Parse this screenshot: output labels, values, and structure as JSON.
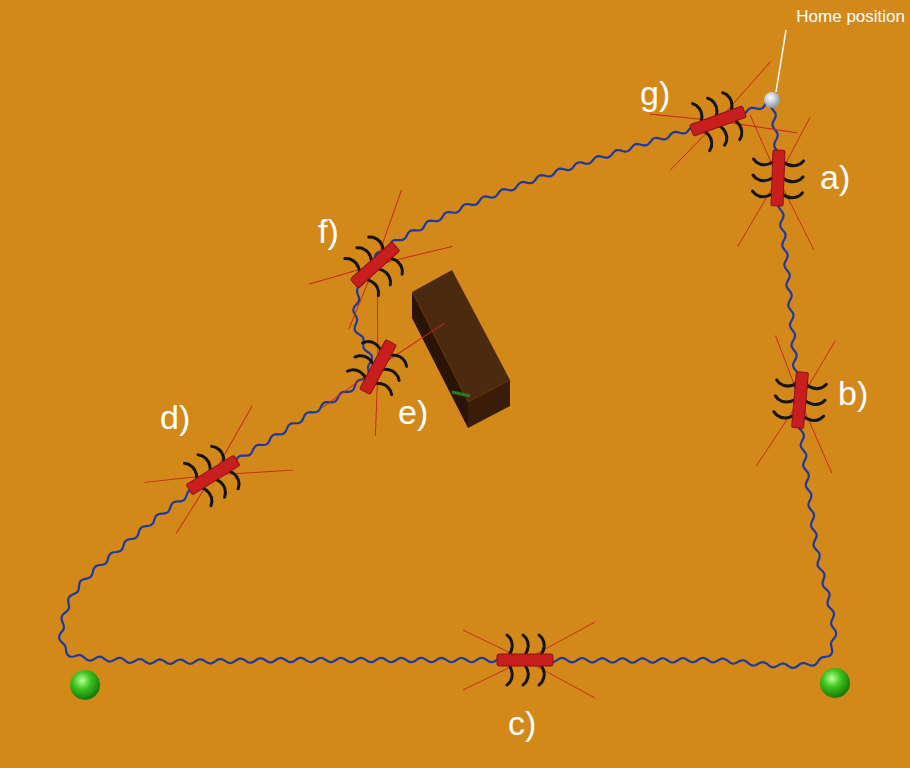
{
  "diagram": {
    "labels": [
      "Home position",
      "a)",
      "b)",
      "c)",
      "d)",
      "e)",
      "f)",
      "g)"
    ]
  }
}
